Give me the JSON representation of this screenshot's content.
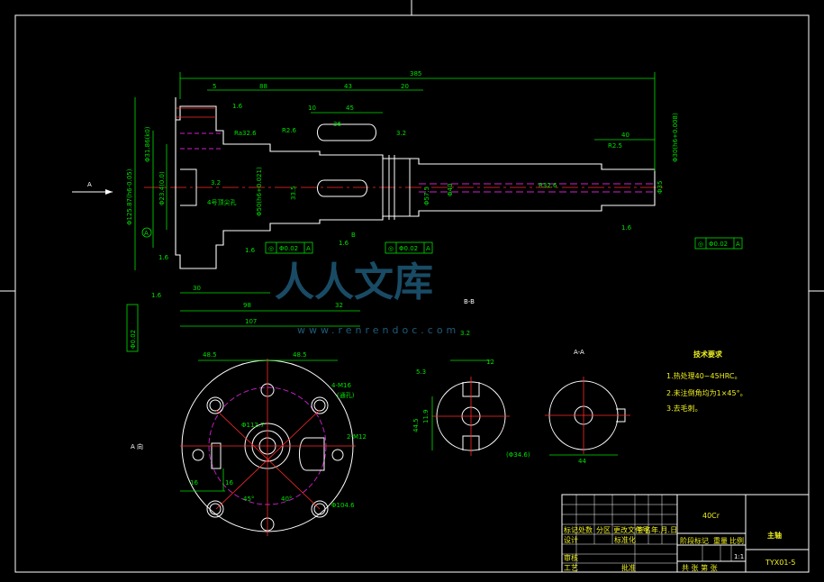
{
  "colors": {
    "background": "#000000",
    "outline": "#ffffff",
    "dimension": "#00e000",
    "centerline": "#ff2a2a",
    "hidden": "#d020d0",
    "text_yellow": "#f0f020",
    "watermark": "#1f5c7c"
  },
  "views": {
    "main": {
      "arrow_label": "A",
      "datum_label": "A",
      "dims_top": {
        "total": "385",
        "d5": "5",
        "d88": "88",
        "d43": "43",
        "d20": "20",
        "d10": "10",
        "d45": "45",
        "d36": "36",
        "d40": "40"
      },
      "dims_bottom": {
        "d30": "30",
        "d98": "98",
        "d107": "107",
        "d32": "32"
      },
      "diameter_labels": {
        "left_outer": "Φ125.87(h6-0.05)",
        "left_sub": "Φ31.86(k0)",
        "left_inner": "Φ23.4(0.0)",
        "bearing": "Φ50(h6+0.021)",
        "mid": "Φ57.5",
        "shaft": "Φ40",
        "right_end": "Φ30(h6+0.008)",
        "right_small": "Φ35",
        "slot": "33.5"
      },
      "roughness": {
        "r1": "1.6",
        "r2": "3.2",
        "r3": "1.6",
        "r4": "1.6",
        "r5": "1.6",
        "r6": "3.2",
        "r7": "1.6",
        "ra_label": "Ra32.6"
      },
      "tolerance_frames": [
        {
          "sym": "◎",
          "val": "Φ0.02",
          "datum": "A"
        },
        {
          "sym": "◎",
          "val": "Φ0.02",
          "datum": "A"
        },
        {
          "sym": "◎",
          "val": "Φ0.02",
          "datum": "A"
        },
        {
          "sym": "◎",
          "val": "Φ0.02",
          "datum": "A"
        }
      ],
      "notes": {
        "center_hole": "4号顶尖孔",
        "section_b": "B",
        "r6": "R2.6",
        "r35": "R2.5",
        "r29": "R32.6"
      }
    },
    "a_view": {
      "title": "A 向",
      "dim_left": "48.5",
      "dim_right": "48.5",
      "thread_top": "4-M16",
      "thread_top_note": "(通孔)",
      "thread_right": "2-M12",
      "angle1": "45°",
      "angle2": "40°",
      "dim_16a": "16",
      "dim_16b": "16",
      "pcd": "Φ112.7",
      "outer": "Φ104.6"
    },
    "bb": {
      "title": "B-B",
      "dim_width": "12",
      "dim_b": "5.3",
      "dim_depth": "11.9",
      "dim_h": "44.5",
      "dim_r": "3.2",
      "diameter": "(Φ34.6)"
    },
    "aa": {
      "title": "A-A",
      "dim_width": "44"
    }
  },
  "tech_requirements": {
    "title": "技术要求",
    "items": [
      "1.热处理40~45HRC。",
      "2.未注倒角均为1×45°。",
      "3.去毛刺。"
    ]
  },
  "title_block": {
    "material": "40Cr",
    "part_name": "主轴",
    "drawing_no": "TYX01-5",
    "scale": "1:1",
    "sheet": "共 张 第 张",
    "labels": {
      "mark": "标记",
      "count": "处数",
      "zone": "分区",
      "change_doc": "更改文件号",
      "sign": "签名",
      "date": "年.月.日",
      "design": "设计",
      "standard": "标准化",
      "stage_mark": "阶段标记",
      "weight": "重量",
      "ratio": "比例",
      "review": "审核",
      "process": "工艺",
      "approve": "批准"
    }
  },
  "watermark": {
    "text": "人人文库",
    "url": "www.renrendoc.com"
  }
}
